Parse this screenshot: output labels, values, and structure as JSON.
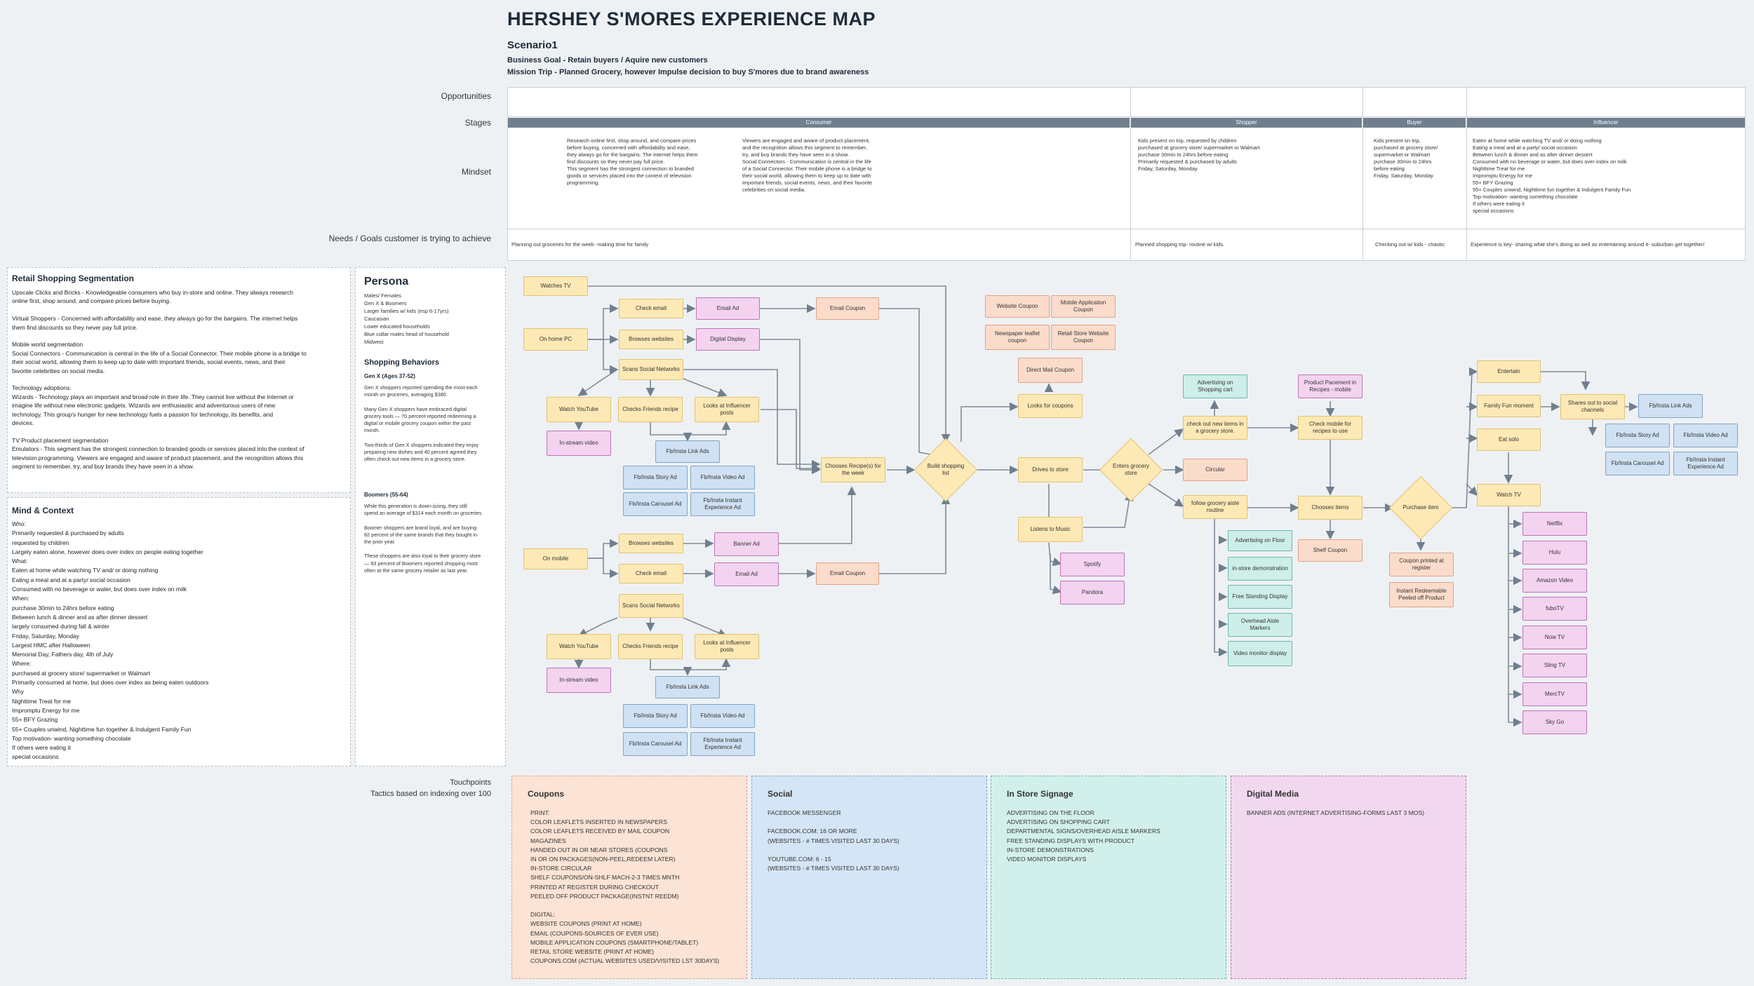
{
  "header": {
    "title": "HERSHEY S'MORES EXPERIENCE MAP",
    "scenario": "Scenario1",
    "business_goal": "Business Goal - Retain buyers / Aquire new customers",
    "mission": "Mission Trip - Planned Grocery, however Impulse decision to buy S'mores due to brand awareness"
  },
  "row_labels": {
    "opportunities": "Opportunities",
    "stages": "Stages",
    "mindset": "Mindset",
    "needs": "Needs / Goals customer is trying to achieve",
    "touchpoints": "Touchpoints",
    "tactics": "Tactics based on indexing over 100"
  },
  "stages": [
    "Consumer",
    "Shopper",
    "Buyer",
    "Influencer"
  ],
  "mindset": {
    "consumer_a": "Research online first, shop around, and compare prices\nbefore buying, concerned with affordability and ease,\nthey always go for the bargains. The internet helps them\nfind discounts so they never pay full price.\n This segment has the strongest connection to branded\ngoods or services placed into the context of television\nprogramming.",
    "consumer_b": "Viewers are engaged and aware of product placement,\nand the recognition allows this segment to remember,\ntry, and buy brands they have seen in a show.\n Social Connectors - Communication is central in the life\nof a Social Connector. Their mobile phone is a bridge to\ntheir social world, allowing them to keep up to date with\nimportant friends, social events, news, and their favorite\ncelebrities on social media.",
    "shopper": "Kids present on trip, requested by children\npurchased at grocery store/ supermarket or Walmart\npurchase 30min to 24hrs before eating\nPrimarily requested & purchased by adults\nFriday, Saturday, Monday",
    "buyer": "Kids present on trip,\npurchased at grocery store/\nsupermarket or Walmart\npurchase 30min to 24hrs\nbefore eating\nFriday, Saturday, Monday",
    "influencer": "Eaten at home while watching TV and/ or doing nothing\nEating a meal and at a party/ social occasion\nBetween lunch & dinner and as after dinner dessert\nConsumed with no beverage or water, but does over index on milk\nNighttime Treat for me\nImpromptu Energy for me\n55+ BFY Grazing\n55+ Couples unwind, Nighttime fun together & Indulgent Family Fun\nTop motivation- wanting something chocolate\nIf others were eating it\nspecial occasions"
  },
  "needs": {
    "consumer": "Planning out groceries for the week- making time for family",
    "shopper": "Planned shopping trip- routine w/ kids.",
    "buyer": "Checking out w/ kids - chaotic",
    "influencer": "Experience is key- sharing what she's doing as well as entertaining around it- suburban get together/"
  },
  "segmentation": {
    "title": "Retail Shopping Segmentation",
    "body": "Upscale Clicks and Bricks - Knowledgeable consumers who buy in-store and online. They always research\nonline first, shop around, and compare prices before buying.\n\nVirtual Shoppers - Concerned with affordability and ease, they always go for the bargains. The internet helps\nthem find discounts so they never pay full price.\n\nMobile world segmentation\nSocial Connectors - Communication is central in the life of a Social Connector. Their mobile phone is a bridge to\ntheir social world, allowing them to keep up to date with important friends, social events, news, and their\nfavorite celebrities on social media.\n\nTechnology adoptions:\nWizards - Technology plays an important and broad role in their life. They cannot live without the internet or\nimagine life without new electronic gadgets. Wizards are enthusiastic and adventurous users of new\ntechnology. This group's hunger for new technology fuels a passion for technology, its benefits, and\ndevices.\n\nTV Product placement segmentation\nEmulators - This segment has the strongest connection to branded goods or services placed into the context of\ntelevision programming. Viewers are engaged and aware of product placement, and the recognition allows this\nsegment to remember, try, and buy brands they have seen in a show."
  },
  "mind_context": {
    "title": "Mind & Context",
    "body": "Who:\nPrimarily requested & purchased by adults\nrequested by children\nLargely eaten alone, however does over index on people eating together\nWhat:\nEaten at home while watching TV and/ or doing nothing\nEating a meal and at a party/ social occasion\nConsumed with no beverage or water, but does over index on milk\nWhen:\npurchase 30min to 24hrs before eating\nBetween lunch & dinner and as after dinner dessert\nlargely consumed during fall & winter\nFriday, Saturday, Monday\nLargest HMC after Halloween\nMemorial Day, Fathers day, 4th of July\nWhere:\npurchased at grocery store/ supermarket or Walmart\nPrimarily consumed at home, but does over index as being eaten outdoors\nWhy\nNighttime Treat for me\nImpromptu Energy for me\n55+ BFY Grazing\n55+ Couples unwind, Nighttime fun together & Indulgent Family Fun\nTop motivation- wanting something chocolate\nIf others were eating it\nspecial occasions"
  },
  "persona": {
    "title": "Persona",
    "demographics": "Males/ Females\nGen X & Boomers\nLarger families w/ kids (esp 6-17yrs)\nCaucasian\nLower educated households\nBlue collar males head of household\nMidwest",
    "behaviors_title": "Shopping Behaviors",
    "genx_title": "Gen X (Ages 37-52)",
    "genx_body": "Gen X shoppers reported spending the most each\nmonth on groceries, averaging $380.\n\nMany Gen X shoppers have embraced digital\ngrocery tools — 70 percent reported redeeming a\ndigital or mobile grocery coupon within the past\nmonth.\n\nTwo-thirds of Gen X shoppers indicated they enjoy\npreparing new dishes and 40 percent agreed they\noften check out new items in a grocery store.",
    "boomers_title": "Boomers (55-64)",
    "boomers_body": "While this generation is down-sizing, they still\nspend an average of $314 each month on groceries.\n\nBoomer shoppers are brand loyal, and are buying\n82 percent of the same brands that they bought in\nthe prior year.\n\nThese shoppers are also loyal to their grocery store\n— 93 percent of Boomers reported shopping most\noften at the same grocery retailer as last year."
  },
  "nodes": {
    "watches_tv": "Watches TV",
    "on_home_pc": "On home PC",
    "check_email_1": "Check email",
    "browses_websites_1": "Browses websites",
    "scans_social_1": "Scans Social Networks",
    "email_ad_1": "Email Ad",
    "digital_display": "Digital Display",
    "email_coupon_1": "Email Coupon",
    "watch_youtube_1": "Watch YouTube",
    "checks_friends_1": "Checks Friends recipe",
    "looks_influencer_1": "Looks at Influencer posts",
    "instream_video_1": "In-stream video",
    "fb_link_1": "Fb/Insta Link Ads",
    "fb_story_1": "Fb/Insta Story Ad",
    "fb_video_1": "Fb/Insta Video Ad",
    "fb_carousel_1": "Fb/Insta Carousel Ad",
    "fb_instant_1": "Fb/Insta Instant Experience Ad",
    "chooses_recipes": "Chooses Recipe(s) for the week",
    "on_mobile": "On mobile",
    "browses_websites_2": "Browses websites",
    "check_email_2": "Check email",
    "banner_ad": "Banner Ad",
    "email_ad_2": "Email Ad",
    "email_coupon_2": "Email Coupon",
    "scans_social_2": "Scans Social Networks",
    "watch_youtube_2": "Watch YouTube",
    "checks_friends_2": "Checks Friends recipe",
    "looks_influencer_2": "Looks at Influencer posts",
    "instream_video_2": "In-stream video",
    "fb_link_2": "Fb/Insta Link Ads",
    "fb_story_2": "Fb/Insta Story Ad",
    "fb_video_2": "Fb/Insta Video Ad",
    "fb_carousel_2": "Fb/Insta Carousel Ad",
    "fb_instant_2": "Fb/Insta Instant Experience Ad",
    "build_list": "Build shopping list",
    "website_coupon": "Website Coupon",
    "mobile_app_coupon": "Mobile Application Coupon",
    "newspaper_coupon": "Newspaper leaflet coupon",
    "retail_site_coupon": "Retail Store Website Coupon",
    "direct_mail": "Direct Mail Coupon",
    "looks_coupons": "Looks for coupons",
    "drives_store": "Drives to store",
    "listens_music": "Listens to Music",
    "spotify": "Spotify",
    "pandora": "Pandora",
    "enters_store": "Enters grocery store",
    "advertising_cart": "Advertising on Shopping cart",
    "check_new_items": "check out new items in a grocery store.",
    "circular": "Circular",
    "follow_routine": "follow grocery aisle routine",
    "advertising_floor": "Advertising on Floor",
    "instore_demo": "in-store demonstration",
    "free_standing": "Free Standing Display",
    "overhead_aisle": "Overhead Aisle Markers",
    "video_monitor": "Video monitor display",
    "product_placement": "Product Pacement in Recipes - mobile",
    "check_mobile_recipes": "Check mobile for recipes to use",
    "chooses_items": "Chooses items",
    "shelf_coupon": "Shelf Coupon",
    "purchase_item": "Purchase item",
    "coupon_register": "Coupon printed at register",
    "instant_redeemable": "Instant Redeemable Peeled off Product",
    "entertain": "Entertain",
    "family_fun": "Family Fun moment",
    "eat_solo": "Eat solo",
    "watch_tv": "Watch TV",
    "shares_social": "Shares out to social channels",
    "fb_link_3": "Fb/Insta Link Ads",
    "fb_story_3": "Fb/Insta Story Ad",
    "fb_video_3": "Fb/Insta Video Ad",
    "fb_carousel_3": "Fb/Insta Carousel Ad",
    "fb_instant_3": "Fb/Insta Instant Experience Ad",
    "netflix": "Netflix",
    "hulu": "Hulu",
    "amazon_video": "Amazon Video",
    "fubo": "fuboTV",
    "now_tv": "Now TV",
    "sling": "Sling TV",
    "merctv": "MercTV",
    "skygo": "Sky Go"
  },
  "touchpoints": {
    "coupons": {
      "title": "Coupons",
      "body": "PRINT:\nCOLOR LEAFLETS INSERTED IN NEWSPAPERS\nCOLOR LEAFLETS RECEIVED BY MAIL COUPON\nMAGAZINES\nHANDED OUT IN OR NEAR STORES (COUPONS\nIN OR ON PACKAGES(NON-PEEL,REDEEM LATER)\nIN-STORE CIRCULAR\nSHELF COUPONS/ON-SHLF MACH-2-3 TIMES MNTH\nPRINTED AT REGISTER DURING CHECKOUT\nPEELED OFF PRODUCT PACKAGE(INSTNT REEDM)\n\nDIGITAL:\nWEBSITE COUPONS (PRINT AT HOME)\nEMAIL (COUPONS-SOURCES OF EVER USE)\nMOBILE APPLICATION COUPONS (SMARTPHONE/TABLET)\nRETAIL STORE WEBSITE (PRINT AT HOME)\nCOUPONS.COM (ACTUAL WEBSITES USED/VISITED LST 30DAYS)"
    },
    "social": {
      "title": "Social",
      "body": "FACEBOOK MESSENGER\n\nFACEBOOK.COM: 16 OR MORE\n(WEBSITES - # TIMES VISITED LAST 30 DAYS)\n\nYOUTUBE.COM: 6 - 15\n(WEBSITES - # TIMES VISITED LAST 30 DAYS)"
    },
    "signage": {
      "title": "In Store Signage",
      "body": "ADVERTISING ON THE FLOOR\nADVERTISING ON SHOPPING CART\nDEPARTMENTAL SIGNS/OVERHEAD AISLE MARKERS\nFREE STANDING DISPLAYS WITH PRODUCT\nIN-STORE DEMONSTRATIONS\nVIDEO MONITOR DISPLAYS"
    },
    "digital": {
      "title": "Digital Media",
      "body": "BANNER ADS (INTERNET ADVERTISING-FORMS LAST 3 MOS)"
    }
  },
  "colors": {
    "yellow": "#fde9b5",
    "pink": "#f3d3f0",
    "blue": "#cfe1f3",
    "orange": "#fbdccb",
    "teal": "#cdeee9",
    "stage_bar": "#6f7f8e"
  }
}
